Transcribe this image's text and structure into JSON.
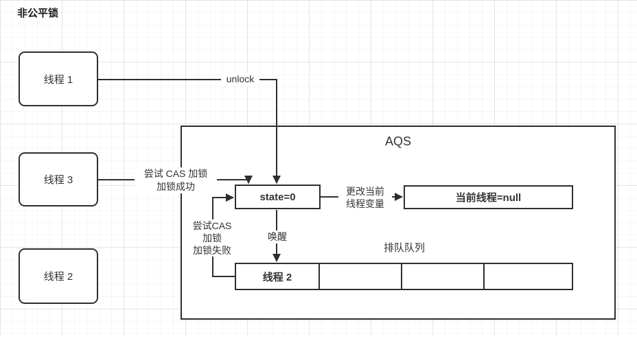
{
  "title": "非公平锁",
  "aqs": {
    "title": "AQS"
  },
  "nodes": {
    "thread1": {
      "label": "线程 1"
    },
    "thread3": {
      "label": "线程 3"
    },
    "thread2": {
      "label": "线程 2"
    },
    "state": {
      "label": "state=0"
    },
    "current_thread": {
      "label": "当前线程=null"
    }
  },
  "queue": {
    "title": "排队队列",
    "cells": [
      "线程 2",
      "",
      "",
      ""
    ]
  },
  "edges": {
    "unlock": {
      "label": "unlock"
    },
    "cas_success": {
      "line1": "尝试 CAS 加锁",
      "line2": "加锁成功"
    },
    "cas_fail": {
      "line1": "尝试CAS",
      "line2": "加锁",
      "line3": "加锁失败"
    },
    "update_current": {
      "line1": "更改当前",
      "line2": "线程变量"
    },
    "wake": {
      "label": "唤醒"
    }
  },
  "colors": {
    "stroke": "#2e2e2e",
    "text": "#333333"
  }
}
